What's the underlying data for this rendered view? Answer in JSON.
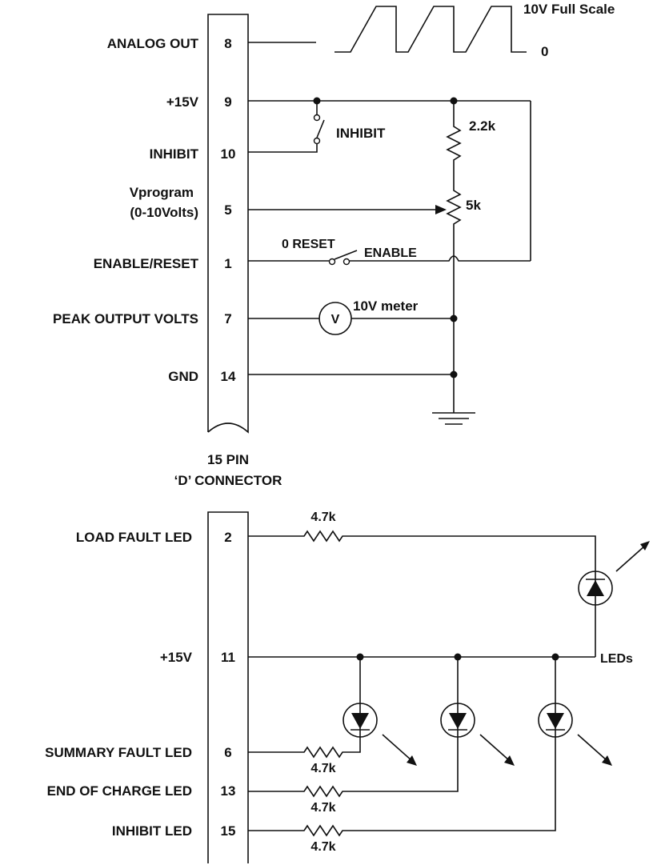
{
  "top": {
    "waveform": {
      "full_scale_label": "10V Full Scale",
      "zero_label": "0"
    },
    "pins": [
      {
        "label": "ANALOG OUT",
        "pin": "8"
      },
      {
        "label": "+15V",
        "pin": "9"
      },
      {
        "label": "INHIBIT",
        "pin": "10"
      },
      {
        "label": "Vprogram",
        "label2": "(0-10Volts)",
        "pin": "5"
      },
      {
        "label": "ENABLE/RESET",
        "pin": "1"
      },
      {
        "label": "PEAK OUTPUT VOLTS",
        "pin": "7"
      },
      {
        "label": "GND",
        "pin": "14"
      }
    ],
    "inhibit_switch_label": "INHIBIT",
    "resistor_label": "2.2k",
    "pot_label": "5k",
    "reset_label": "0 RESET",
    "enable_label": "ENABLE",
    "meter_symbol": "V",
    "meter_label": "10V meter",
    "connector_label_1": "15 PIN",
    "connector_label_2": "‘D’ CONNECTOR"
  },
  "bottom": {
    "pins": [
      {
        "label": "LOAD FAULT LED",
        "pin": "2"
      },
      {
        "label": "+15V",
        "pin": "11"
      },
      {
        "label": "SUMMARY FAULT LED",
        "pin": "6"
      },
      {
        "label": "END OF CHARGE LED",
        "pin": "13"
      },
      {
        "label": "INHIBIT LED",
        "pin": "15"
      }
    ],
    "resistor_labels": [
      "4.7k",
      "4.7k",
      "4.7k",
      "4.7k"
    ],
    "leds_label": "LEDs"
  }
}
